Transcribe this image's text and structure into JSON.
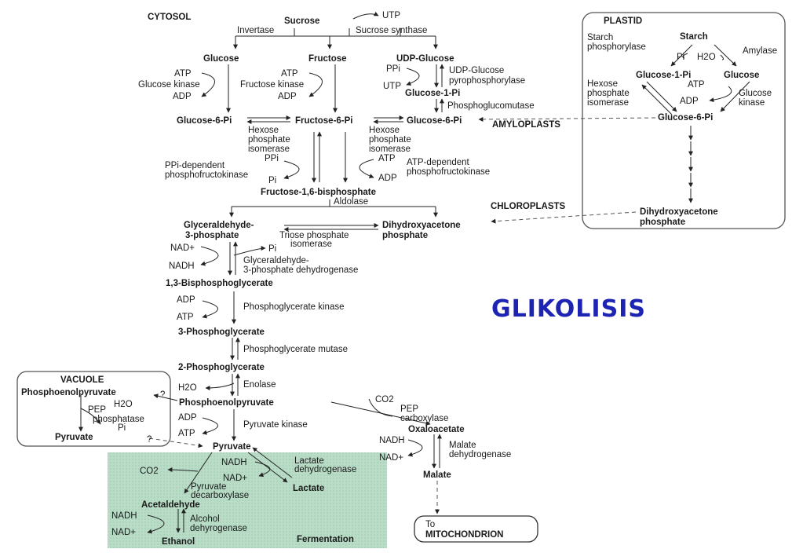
{
  "title": "GLIKOLISIS",
  "compartments": {
    "cytosol": "CYTOSOL",
    "plastid": "PLASTID",
    "vacuole": "VACUOLE",
    "amyloplasts": "AMYLOPLASTS",
    "chloroplasts": "CHLOROPLASTS",
    "fermentation": "Fermentation",
    "mito_to": "To",
    "mito": "MITOCHONDRION"
  },
  "top": {
    "sucrose": "Sucrose",
    "utp": "UTP",
    "invertase": "Invertase",
    "sucrose_synthase": "Sucrose synthase",
    "glucose": "Glucose",
    "fructose": "Fructose",
    "udp_glucose": "UDP-Glucose",
    "atp1": "ATP",
    "glucose_kinase": "Glucose kinase",
    "adp1": "ADP",
    "atp2": "ATP",
    "fructose_kinase": "Fructose kinase",
    "adp2": "ADP",
    "ppi": "PPi",
    "utp2": "UTP",
    "udp_pyro1": "UDP-Glucose",
    "udp_pyro2": "pyrophosphorylase",
    "glucose1p": "Glucose-1-Pi",
    "phosphoglucomutase": "Phosphoglucomutase",
    "glucose6p_left": "Glucose-6-Pi",
    "fructose6p": "Fructose-6-Pi",
    "glucose6p_right": "Glucose-6-Pi",
    "hpi_l1": "Hexose",
    "hpi_l2": "phosphate",
    "hpi_l3": "isomerase",
    "hpi_r1": "Hexose",
    "hpi_r2": "phosphate",
    "hpi_r3": "isomerase"
  },
  "pfk": {
    "ppi": "PPi",
    "ppi_pfk1": "PPi-dependent",
    "ppi_pfk2": "phosphofructokinase",
    "pi": "Pi",
    "atp": "ATP",
    "atp_pfk1": "ATP-dependent",
    "atp_pfk2": "phosphofructokinase",
    "adp": "ADP",
    "fbp": "Fructose-1,6-bisphosphate",
    "aldolase": "Aldolase"
  },
  "plastid": {
    "starch_phos1": "Starch",
    "starch_phos2": "phosphorylase",
    "starch": "Starch",
    "amylase": "Amylase",
    "pi": "Pi",
    "h2o": "H2O",
    "glucose1p": "Glucose-1-Pi",
    "glucose": "Glucose",
    "hpi1": "Hexose",
    "hpi2": "phosphate",
    "hpi3": "isomerase",
    "atp": "ATP",
    "adp": "ADP",
    "gk1": "Glucose",
    "gk2": "kinase",
    "glucose6p": "Glucose-6-Pi",
    "dhap1": "Dihydroxyacetone",
    "dhap2": "phosphate"
  },
  "mid": {
    "gap1": "Glyceraldehyde-",
    "gap2": "3-phosphate",
    "dhap1": "Dihydroxyacetone",
    "dhap2": "phosphate",
    "tpi1": "Triose phosphate",
    "tpi2": "isomerase",
    "nad": "NAD+",
    "nadh": "NADH",
    "pi": "Pi",
    "gapdh1": "Glyceraldehyde-",
    "gapdh2": "3-phosphate dehydrogenase",
    "bpg": "1,3-Bisphosphoglycerate",
    "adp": "ADP",
    "atp": "ATP",
    "pgk": "Phosphoglycerate kinase",
    "pg3": "3-Phosphoglycerate",
    "pgm": "Phosphoglycerate mutase",
    "pg2": "2-Phosphoglycerate",
    "h2o": "H2O",
    "enolase": "Enolase",
    "pep": "Phosphoenolpyruvate",
    "adp2": "ADP",
    "atp2": "ATP",
    "pk": "Pyruvate kinase",
    "pyruvate": "Pyruvate"
  },
  "vacuole": {
    "pep": "Phosphoenolpyruvate",
    "q1": "?",
    "pep_p1": "PEP",
    "h2o": "H2O",
    "pep_p2": "phosphatase",
    "pi": "Pi",
    "pyruvate": "Pyruvate",
    "q2": "?"
  },
  "right": {
    "co2": "CO2",
    "pepc1": "PEP",
    "pepc2": "carboxylase",
    "oaa": "Oxaloacetate",
    "nadh": "NADH",
    "nad": "NAD+",
    "mdh1": "Malate",
    "mdh2": "dehydrogenase",
    "malate": "Malate"
  },
  "ferm": {
    "co2": "CO2",
    "nadh": "NADH",
    "nad": "NAD+",
    "ldh1": "Lactate",
    "ldh2": "dehydrogenase",
    "lactate": "Lactate",
    "pdc1": "Pyruvate",
    "pdc2": "decarboxylase",
    "acetaldehyde": "Acetaldehyde",
    "nadh2": "NADH",
    "nad2": "NAD+",
    "adh1": "Alcohol",
    "adh2": "dehyrogenase",
    "ethanol": "Ethanol"
  },
  "colors": {
    "title": "#1d24b3",
    "fermentation_bg": "#b9dcc7"
  }
}
